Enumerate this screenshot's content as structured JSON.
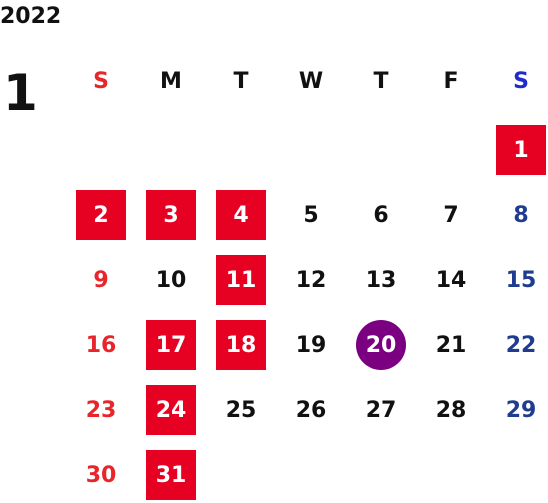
{
  "calendar": {
    "year": "2022",
    "month": "1",
    "weekdays": [
      "S",
      "M",
      "T",
      "W",
      "T",
      "F",
      "S"
    ],
    "colors": {
      "sunday": "#e8252b",
      "saturday": "#1f3c8f",
      "weekday": "#111111",
      "holiday_bg": "#e60022",
      "today_bg": "#7a0081"
    },
    "weekday_header_colors": [
      "#e8252b",
      "#111111",
      "#111111",
      "#111111",
      "#111111",
      "#111111",
      "#1f2ccc"
    ],
    "weeks": [
      [
        null,
        null,
        null,
        null,
        null,
        null,
        {
          "day": "1",
          "style": "holiday"
        }
      ],
      [
        {
          "day": "2",
          "style": "holiday"
        },
        {
          "day": "3",
          "style": "holiday"
        },
        {
          "day": "4",
          "style": "holiday"
        },
        {
          "day": "5",
          "style": "normal"
        },
        {
          "day": "6",
          "style": "normal"
        },
        {
          "day": "7",
          "style": "normal"
        },
        {
          "day": "8",
          "style": "normal"
        }
      ],
      [
        {
          "day": "9",
          "style": "normal"
        },
        {
          "day": "10",
          "style": "normal"
        },
        {
          "day": "11",
          "style": "holiday"
        },
        {
          "day": "12",
          "style": "normal"
        },
        {
          "day": "13",
          "style": "normal"
        },
        {
          "day": "14",
          "style": "normal"
        },
        {
          "day": "15",
          "style": "normal"
        }
      ],
      [
        {
          "day": "16",
          "style": "normal"
        },
        {
          "day": "17",
          "style": "holiday"
        },
        {
          "day": "18",
          "style": "holiday"
        },
        {
          "day": "19",
          "style": "normal"
        },
        {
          "day": "20",
          "style": "today"
        },
        {
          "day": "21",
          "style": "normal"
        },
        {
          "day": "22",
          "style": "normal"
        }
      ],
      [
        {
          "day": "23",
          "style": "normal"
        },
        {
          "day": "24",
          "style": "holiday"
        },
        {
          "day": "25",
          "style": "normal"
        },
        {
          "day": "26",
          "style": "normal"
        },
        {
          "day": "27",
          "style": "normal"
        },
        {
          "day": "28",
          "style": "normal"
        },
        {
          "day": "29",
          "style": "normal"
        }
      ],
      [
        {
          "day": "30",
          "style": "normal"
        },
        {
          "day": "31",
          "style": "holiday"
        },
        null,
        null,
        null,
        null,
        null
      ]
    ]
  }
}
